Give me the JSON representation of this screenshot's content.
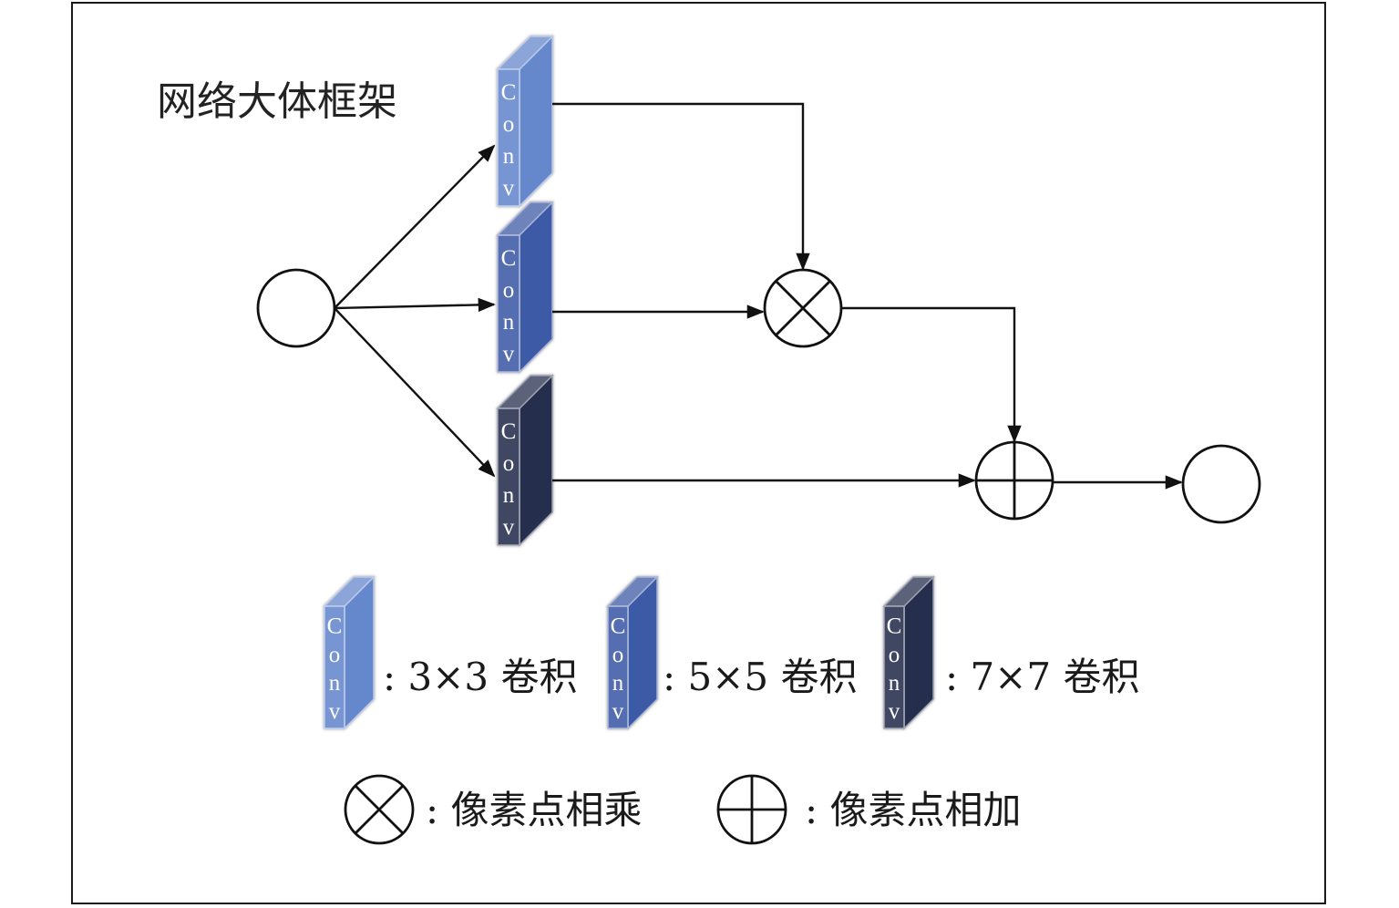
{
  "title": "网络大体框架",
  "block_label": "Conv",
  "block_letters": [
    "C",
    "o",
    "n",
    "v"
  ],
  "colors": {
    "conv3x3": "#6587cc",
    "conv5x5": "#3e5aa6",
    "conv7x7": "#262e4e"
  },
  "legend": {
    "conv3x3": ": 3×3 卷积",
    "conv5x5": ": 5×5 卷积",
    "conv7x7": ": 7×7 卷积",
    "multiply": ": 像素点相乘",
    "add": ": 像素点相加"
  },
  "icons": [
    "multiply-icon",
    "add-icon"
  ]
}
